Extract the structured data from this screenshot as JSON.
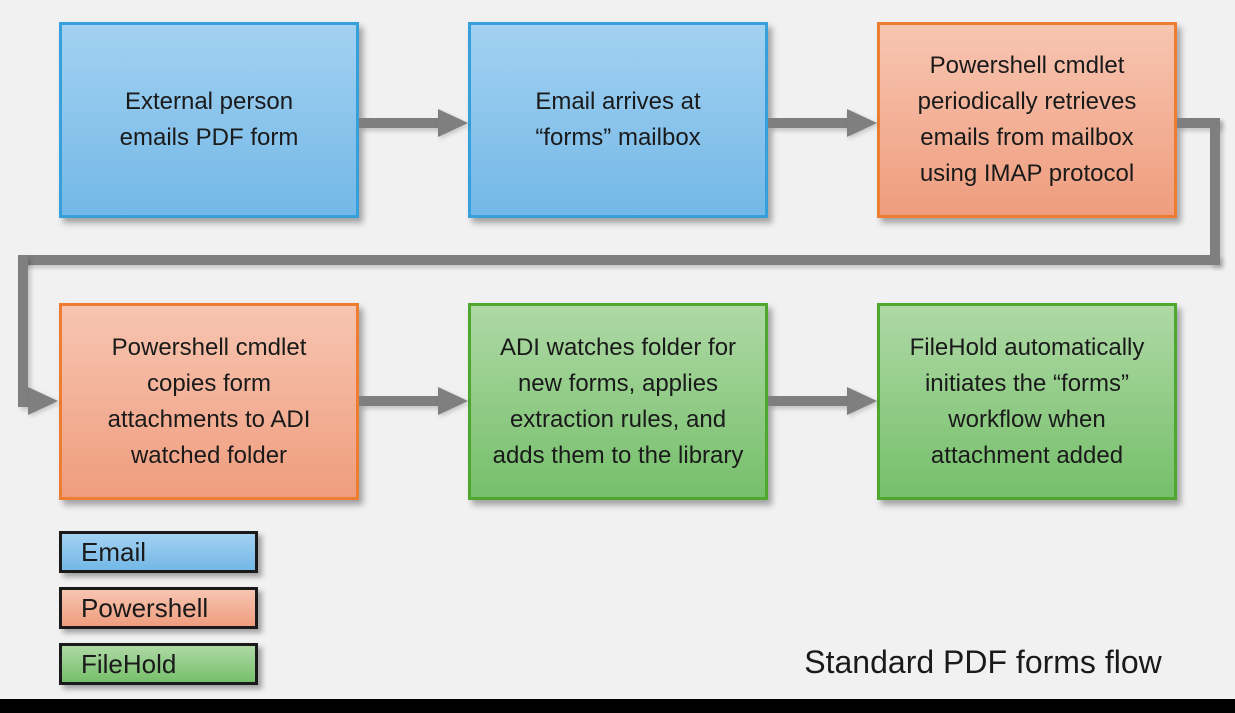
{
  "title": "Standard PDF forms flow",
  "nodes": [
    {
      "label": "External person emails PDF form",
      "type": "email"
    },
    {
      "label": "Email arrives at “forms” mailbox",
      "type": "email"
    },
    {
      "label": "Powershell cmdlet periodically retrieves emails from mailbox using IMAP protocol",
      "type": "powershell"
    },
    {
      "label": "Powershell cmdlet copies form attachments to ADI watched folder",
      "type": "powershell"
    },
    {
      "label": "ADI watches folder for new forms, applies extraction rules, and adds them to the library",
      "type": "filehold"
    },
    {
      "label": "FileHold automatically initiates the “forms” workflow when attachment added",
      "type": "filehold"
    }
  ],
  "legend": [
    {
      "label": "Email",
      "type": "email",
      "fill_top": "#A3D1F1",
      "fill_bottom": "#73B8E7",
      "border": "#35A0DC"
    },
    {
      "label": "Powershell",
      "type": "powershell",
      "fill_top": "#F7C5B1",
      "fill_bottom": "#EF9D7E",
      "border": "#ED7D31"
    },
    {
      "label": "FileHold",
      "type": "filehold",
      "fill_top": "#AED9A5",
      "fill_bottom": "#76BF6B",
      "border": "#4EA72E"
    }
  ],
  "colors": {
    "background": "#F1F1F2",
    "arrow": "#7F7F7F",
    "text": "#1A1A1A",
    "bottom_bar": "#000000"
  }
}
